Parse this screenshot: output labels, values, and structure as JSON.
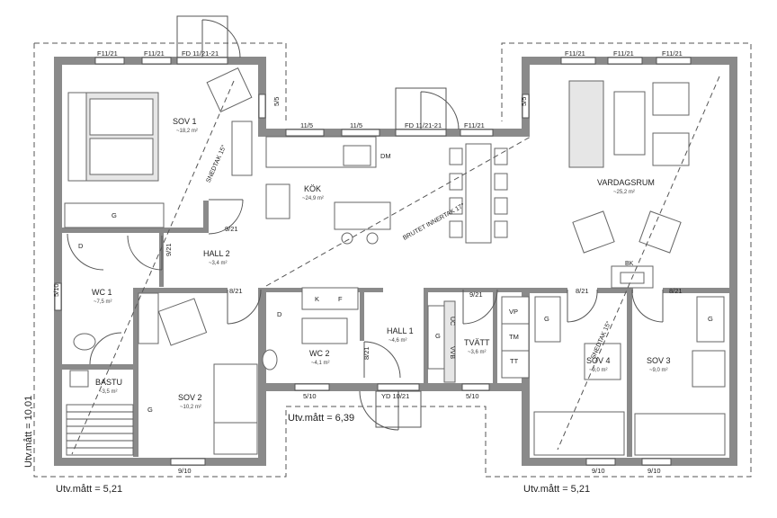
{
  "rooms": {
    "sov1": {
      "name": "SOV 1",
      "area": "~18,2 m²"
    },
    "kok": {
      "name": "KÖK",
      "area": "~24,9 m²"
    },
    "vardagsrum": {
      "name": "VARDAGSRUM",
      "area": "~25,2 m²"
    },
    "hall2": {
      "name": "HALL 2",
      "area": "~3,4 m²"
    },
    "wc1": {
      "name": "WC 1",
      "area": "~7,5 m²"
    },
    "bastu": {
      "name": "BASTU",
      "area": "~3,5 m²"
    },
    "sov2": {
      "name": "SOV 2",
      "area": "~10,2 m²"
    },
    "wc2": {
      "name": "WC 2",
      "area": "~4,1 m²"
    },
    "hall1": {
      "name": "HALL 1",
      "area": "~4,6 m²"
    },
    "tvatt": {
      "name": "TVÄTT",
      "area": "~3,6 m²"
    },
    "sov4": {
      "name": "SOV 4",
      "area": "~9,0 m²"
    },
    "sov3": {
      "name": "SOV 3",
      "area": "~9,0 m²"
    }
  },
  "openings": {
    "f1121_a": "F11/21",
    "f1121_b": "F11/21",
    "fd1121_top": "FD 11/21-21",
    "f1121_c": "F11/21",
    "f1121_d": "F11/21",
    "f1121_e": "F11/21",
    "w55_left": "5/5",
    "w55_right": "5/5",
    "w115_a": "11/5",
    "w115_b": "11/5",
    "fd1121_kok": "FD 11/21-21",
    "f1121_kok": "F11/21",
    "d921_sov1": "9/21",
    "d921_hall": "9/21",
    "d821_sov2": "8/21",
    "d921_tvatt": "9/21",
    "d821_sov4": "8/21",
    "d821_sov3": "8/21",
    "d821_wc2": "8/21",
    "w510_left": "5/10",
    "w510_wc2": "5/10",
    "yd1021": "YD 10/21",
    "w510_tvatt": "5/10",
    "w910_sov2": "9/10",
    "w910_sov4": "9/10",
    "w910_sov3": "9/10"
  },
  "labels": {
    "g_sov1": "G",
    "d_wc1": "D",
    "g_sov2": "G",
    "dm": "DM",
    "k": "K",
    "f": "F",
    "d_wc2": "D",
    "g_hall1": "G",
    "vp": "VP",
    "tm": "TM",
    "tt": "TT",
    "g_sov4": "G",
    "g_sov3": "G",
    "bk": "BK",
    "uc": "UC",
    "vvb": "VVB"
  },
  "annotations": {
    "snedtak_left": "SNEDTAK 15°",
    "brutet": "BRUTET INNERTAK 17°",
    "snedtak_right": "SNEDTAK 15°"
  },
  "dimensions": {
    "height": "Utv.mått = 10,01",
    "width_left": "Utv.mått = 5,21",
    "width_center": "Utv.mått = 6,39",
    "width_right": "Utv.mått = 5,21"
  }
}
